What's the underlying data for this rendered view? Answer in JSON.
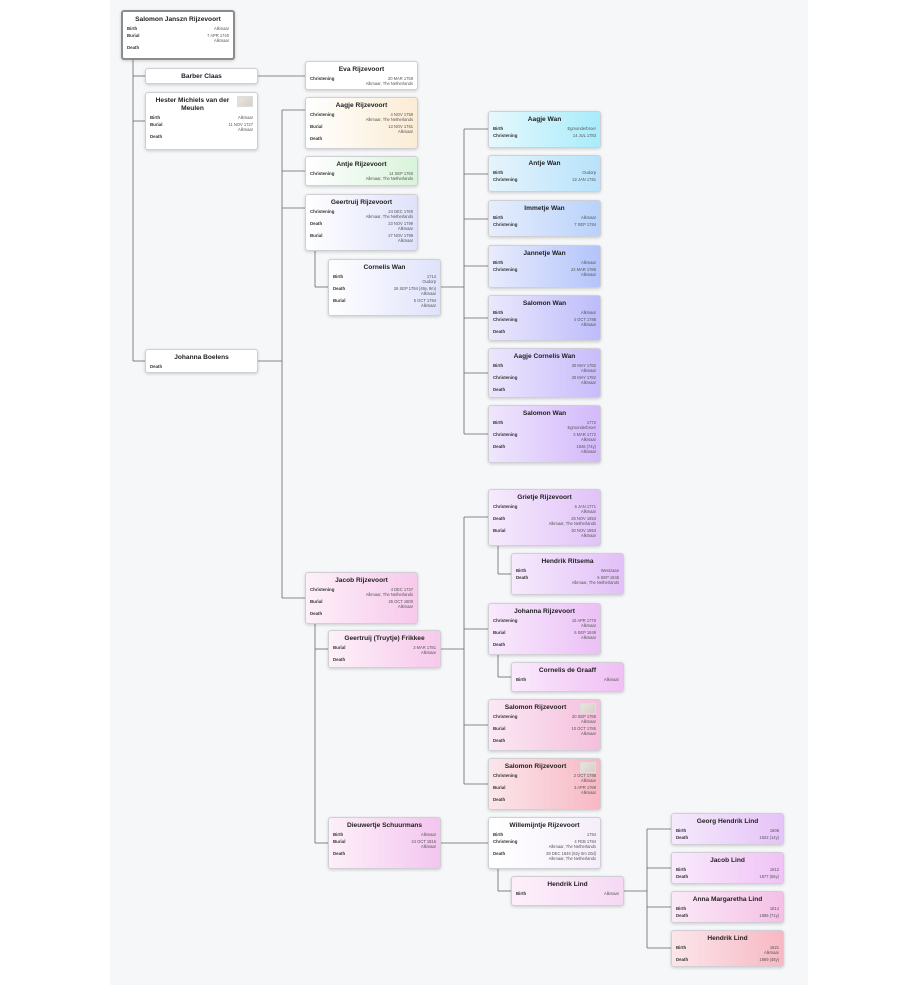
{
  "people": {
    "salomon_jansz": {
      "name": "Salomon Janszn Rijzevoort",
      "events": [
        {
          "label": "Birth",
          "value": "Alkmaar"
        },
        {
          "label": "Burial",
          "value": "7 APR 1740\nAlkmaar"
        },
        {
          "label": "Death",
          "value": ""
        }
      ]
    },
    "barber_claas": {
      "name": "Barber Claas",
      "events": []
    },
    "hester": {
      "name": "Hester Michiels van der Meulen",
      "events": [
        {
          "label": "Birth",
          "value": "Alkmaar"
        },
        {
          "label": "Burial",
          "value": "11 NOV 1727\nAlkmaar"
        },
        {
          "label": "Death",
          "value": ""
        }
      ]
    },
    "johanna_boelens": {
      "name": "Johanna Boelens",
      "events": [
        {
          "label": "Death",
          "value": ""
        }
      ]
    },
    "eva": {
      "name": "Eva Rijzevoort",
      "events": [
        {
          "label": "Christening",
          "value": "20 MAR 1758\nAlkmaar, The Netherlands"
        }
      ]
    },
    "aagje_r": {
      "name": "Aagje Rijzevoort",
      "events": [
        {
          "label": "Christening",
          "value": "4 NOV 1759\nAlkmaar, The Netherlands"
        },
        {
          "label": "Burial",
          "value": "13 NOV 1761\nAlkmaar"
        },
        {
          "label": "Death",
          "value": ""
        }
      ]
    },
    "antje_r": {
      "name": "Antje Rijzevoort",
      "events": [
        {
          "label": "Christening",
          "value": "14 SEP 1760\nAlkmaar, The Netherlands"
        }
      ]
    },
    "geertruij_r": {
      "name": "Geertruij Rijzevoort",
      "events": [
        {
          "label": "Christening",
          "value": "24 DEC 1760\nAlkmaar, The Netherlands"
        },
        {
          "label": "Death",
          "value": "23 NOV 1799\nAlkmaar"
        },
        {
          "label": "Burial",
          "value": "27 NOV 1799\nAlkmaar"
        }
      ]
    },
    "cornelis_wan": {
      "name": "Cornelis Wan",
      "events": [
        {
          "label": "Birth",
          "value": "1714\nOudorp"
        },
        {
          "label": "Death",
          "value": "26 SEP 1794 (49y, 9m)\nAlkmaar"
        },
        {
          "label": "Burial",
          "value": "5 OCT 1794\nAlkmaar"
        }
      ]
    },
    "aagje_wan": {
      "name": "Aagje Wan",
      "events": [
        {
          "label": "Birth",
          "value": "Egmonderbroer"
        },
        {
          "label": "Christening",
          "value": "14 JUL 1783"
        }
      ]
    },
    "antje_wan": {
      "name": "Antje Wan",
      "events": [
        {
          "label": "Birth",
          "value": "Oudorp"
        },
        {
          "label": "Christening",
          "value": "22 JAN 1781"
        }
      ]
    },
    "immetje_wan": {
      "name": "Immetje Wan",
      "events": [
        {
          "label": "Birth",
          "value": "Alkmaar"
        },
        {
          "label": "Christening",
          "value": "7 SEP 1784"
        }
      ]
    },
    "jannetje_wan": {
      "name": "Jannetje Wan",
      "events": [
        {
          "label": "Birth",
          "value": "Alkmaar"
        },
        {
          "label": "Christening",
          "value": "22 MAR 1786\nAlkmaar"
        }
      ]
    },
    "salomon_wan1": {
      "name": "Salomon Wan",
      "events": [
        {
          "label": "Birth",
          "value": "Alkmaar"
        },
        {
          "label": "Christening",
          "value": "4 OCT 1788\nAlkmaar"
        },
        {
          "label": "Death",
          "value": ""
        }
      ]
    },
    "aagje_cornelis_wan": {
      "name": "Aagje Cornelis Wan",
      "events": [
        {
          "label": "Birth",
          "value": "30 MAY 1782\nAlkmaar"
        },
        {
          "label": "Christening",
          "value": "30 MAY 1782\nAlkmaar"
        },
        {
          "label": "Death",
          "value": ""
        }
      ]
    },
    "salomon_wan2": {
      "name": "Salomon Wan",
      "events": [
        {
          "label": "Birth",
          "value": "1772\nEgmonderbroer"
        },
        {
          "label": "Christening",
          "value": "3 MAR 1772\nAlkmaar"
        },
        {
          "label": "Death",
          "value": "1846 (74y)\nAlkmaar"
        }
      ]
    },
    "grietje_r": {
      "name": "Grietje Rijzevoort",
      "events": [
        {
          "label": "Christening",
          "value": "6 JAN 1771\nAlkmaar"
        },
        {
          "label": "Death",
          "value": "26 NOV 1853\nAlkmaar, The Netherlands"
        },
        {
          "label": "Burial",
          "value": "30 NOV 1853\nAlkmaar"
        }
      ]
    },
    "hendrik_ritsema": {
      "name": "Hendrik Ritsema",
      "events": [
        {
          "label": "Birth",
          "value": "Westzaan"
        },
        {
          "label": "Death",
          "value": "6 SEP 1846\nAlkmaar, The Netherlands"
        }
      ]
    },
    "johanna_r": {
      "name": "Johanna Rijzevoort",
      "events": [
        {
          "label": "Christening",
          "value": "15 APR 1770\nAlkmaar"
        },
        {
          "label": "Burial",
          "value": "6 SEP 1849\nAlkmaar"
        },
        {
          "label": "Death",
          "value": ""
        }
      ]
    },
    "cornelis_graaff": {
      "name": "Cornelis de Graaff",
      "events": [
        {
          "label": "Birth",
          "value": "Alkmaar"
        }
      ]
    },
    "salomon_r1": {
      "name": "Salomon Rijzevoort",
      "events": [
        {
          "label": "Christening",
          "value": "20 SEP 1786\nAlkmaar"
        },
        {
          "label": "Burial",
          "value": "10 OCT 1786\nAlkmaar"
        },
        {
          "label": "Death",
          "value": ""
        }
      ]
    },
    "salomon_r2": {
      "name": "Salomon Rijzevoort",
      "events": [
        {
          "label": "Christening",
          "value": "2 OCT 1788\nAlkmaar"
        },
        {
          "label": "Burial",
          "value": "3 APR 1789\nAlkmaar"
        },
        {
          "label": "Death",
          "value": ""
        }
      ]
    },
    "jacob_r": {
      "name": "Jacob Rijzevoort",
      "events": [
        {
          "label": "Christening",
          "value": "4 DEC 1737\nAlkmaar, The Netherlands"
        },
        {
          "label": "Burial",
          "value": "26 OCT 1800\nAlkmaar"
        },
        {
          "label": "Death",
          "value": ""
        }
      ]
    },
    "geertruij_frikkee": {
      "name": "Geertruij (Truytje) Frikkee",
      "events": [
        {
          "label": "Burial",
          "value": "3 MAR 1781\nAlkmaar"
        },
        {
          "label": "Death",
          "value": ""
        }
      ]
    },
    "dieuwertje": {
      "name": "Dieuwertje Schuurmans",
      "events": [
        {
          "label": "Birth",
          "value": "Alkmaar"
        },
        {
          "label": "Burial",
          "value": "24 OCT 1816\nAlkmaar"
        },
        {
          "label": "Death",
          "value": ""
        }
      ]
    },
    "willemijntje": {
      "name": "Willemijntje Rijzevoort",
      "events": [
        {
          "label": "Birth",
          "value": "1784"
        },
        {
          "label": "Christening",
          "value": "4 FEB 1784\nAlkmaar, The Netherlands"
        },
        {
          "label": "Death",
          "value": "28 DEC 1846 (62y 0m 20d)\nAlkmaar, The Netherlands"
        }
      ]
    },
    "hendrik_lind": {
      "name": "Hendrik Lind",
      "events": [
        {
          "label": "Birth",
          "value": "Alkmaar"
        }
      ]
    },
    "georg_lind": {
      "name": "Georg Hendrik Lind",
      "events": [
        {
          "label": "Birth",
          "value": "1808"
        },
        {
          "label": "Death",
          "value": "1822 (14y)"
        }
      ]
    },
    "jacob_lind": {
      "name": "Jacob Lind",
      "events": [
        {
          "label": "Birth",
          "value": "1812"
        },
        {
          "label": "Death",
          "value": "1877 (65y)"
        }
      ]
    },
    "anna_lind": {
      "name": "Anna Margaretha Lind",
      "events": [
        {
          "label": "Birth",
          "value": "1814"
        },
        {
          "label": "Death",
          "value": "1885 (71y)"
        }
      ]
    },
    "hendrik_lind2": {
      "name": "Hendrik Lind",
      "events": [
        {
          "label": "Birth",
          "value": "1821\nAlkmaar"
        },
        {
          "label": "Death",
          "value": "1869 (48y)"
        }
      ]
    }
  },
  "colors": {
    "white": "#ffffff",
    "line": "#666666",
    "green": "#d9f3da",
    "peach": "#fbecd4",
    "lavender": "#dfe2fb",
    "cyan": "#a8ecfb",
    "blue": "#b3c4fb",
    "violet": "#d3b9fb",
    "pink": "#f7c9ec",
    "rose": "#f7b8c4"
  }
}
